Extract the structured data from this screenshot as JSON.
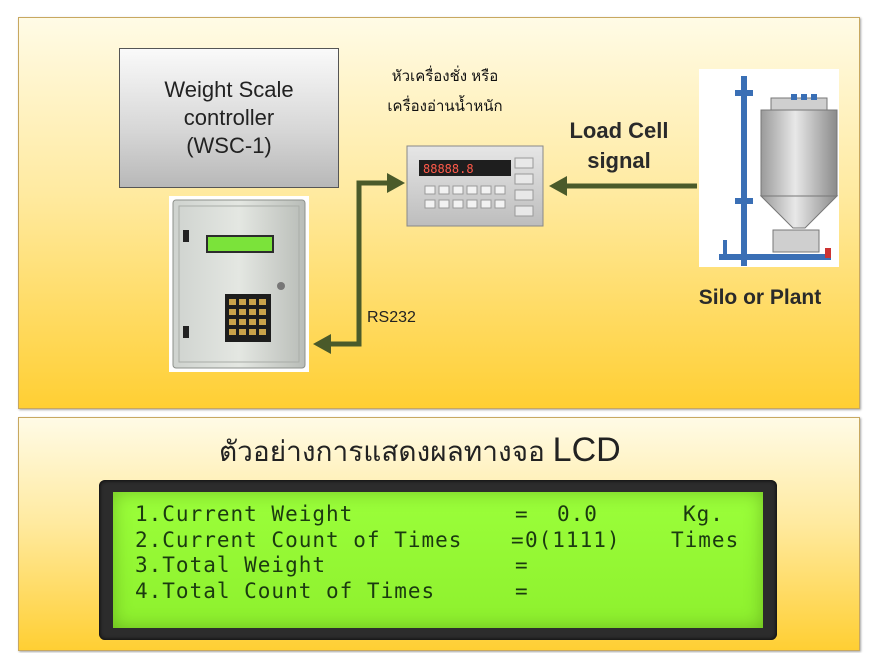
{
  "top_panel": {
    "controller_box": {
      "line1": "Weight Scale",
      "line2": "controller",
      "line3": "(WSC-1)"
    },
    "indicator_title": {
      "line1": "หัวเครื่องชั่ง หรือ",
      "line2": "เครื่องอ่านน้ำหนัก"
    },
    "load_cell_label": {
      "line1": "Load Cell",
      "line2": "signal"
    },
    "silo_label": "Silo or Plant",
    "rs232_label": "RS232",
    "colors": {
      "arrow": "#4a5a2a",
      "panel_top": "#fffbe6",
      "panel_bottom": "#ffcf33"
    }
  },
  "bottom_panel": {
    "title_thai": "ตัวอย่างการแสดงผลทางจอ",
    "title_lcd": "LCD",
    "lcd_rows": [
      {
        "label": "1.Current Weight",
        "eq": "=",
        "value": "0.0",
        "unit": "Kg."
      },
      {
        "label": "2.Current Count of Times",
        "eq": "=",
        "value": "0(1111)",
        "unit": "Times"
      },
      {
        "label": "3.Total Weight",
        "eq": "=",
        "value": "",
        "unit": ""
      },
      {
        "label": "4.Total Count of Times",
        "eq": "=",
        "value": "",
        "unit": ""
      }
    ],
    "colors": {
      "lcd_background": "#9bff3a",
      "lcd_text": "#1b3a10"
    }
  }
}
